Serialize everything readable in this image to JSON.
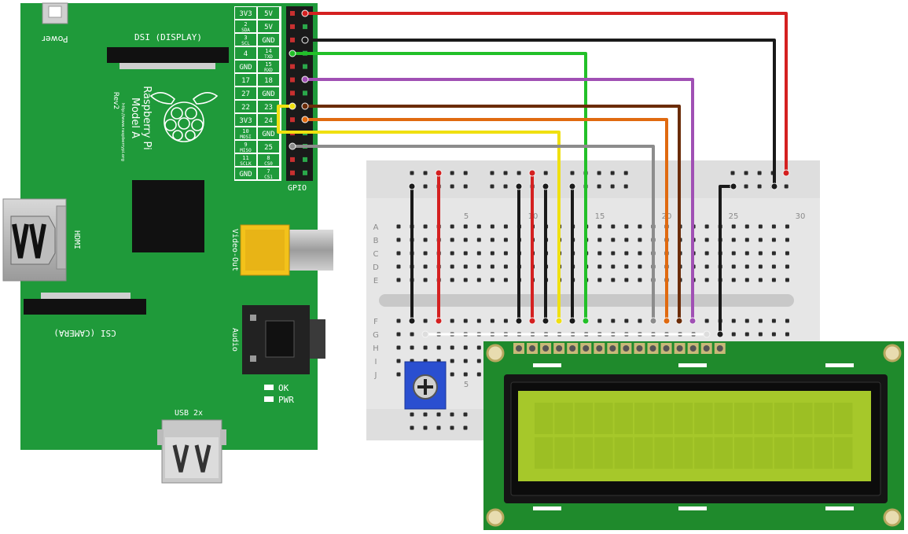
{
  "pi": {
    "power_label": "Power",
    "dsi_label": "DSI (DISPLAY)",
    "brand_line1": "Raspberry Pi",
    "brand_line2": "Model A",
    "url": "http://www.raspberrypi.org",
    "rev": "Rev2",
    "hdmi_label": "HDMI",
    "video_label": "Video-Out",
    "audio_label": "Audio",
    "csi_label": "CSI (CAMERA)",
    "usb_label": "USB 2x",
    "ok_label": "OK",
    "pwr_label": "PWR",
    "gpio_label": "GPIO"
  },
  "gpio_pins": [
    [
      "3V3",
      "",
      "5V",
      ""
    ],
    [
      "2",
      "SDA",
      "5V",
      ""
    ],
    [
      "3",
      "SCL",
      "GND",
      ""
    ],
    [
      "4",
      "",
      "14",
      "TXD"
    ],
    [
      "GND",
      "",
      "15",
      "RXD"
    ],
    [
      "17",
      "",
      "18",
      ""
    ],
    [
      "27",
      "",
      "GND",
      ""
    ],
    [
      "22",
      "",
      "23",
      ""
    ],
    [
      "3V3",
      "",
      "24",
      ""
    ],
    [
      "10",
      "MOSI",
      "GND",
      ""
    ],
    [
      "9",
      "MISO",
      "25",
      ""
    ],
    [
      "11",
      "SCLK",
      "8",
      "CS0"
    ],
    [
      "GND",
      "",
      "7",
      "CS1"
    ]
  ],
  "breadboard": {
    "row_letters_top": [
      "A",
      "B",
      "C",
      "D",
      "E"
    ],
    "row_letters_bottom": [
      "F",
      "G",
      "H",
      "I",
      "J"
    ],
    "col_numbers": [
      "5",
      "10",
      "15",
      "20",
      "25",
      "30"
    ],
    "col_number_bottom": "5"
  },
  "wire_colors": {
    "red": "#d42020",
    "black": "#1a1a1a",
    "green": "#22c028",
    "purple": "#a050b4",
    "brown": "#6b2c08",
    "orange": "#e06a10",
    "yellow": "#f0e010",
    "gray": "#8c8c8c"
  },
  "colors": {
    "pcb": "#1f9a3a",
    "lcd_board": "#1f8a2c",
    "lcd_screen": "#a6c82a"
  }
}
